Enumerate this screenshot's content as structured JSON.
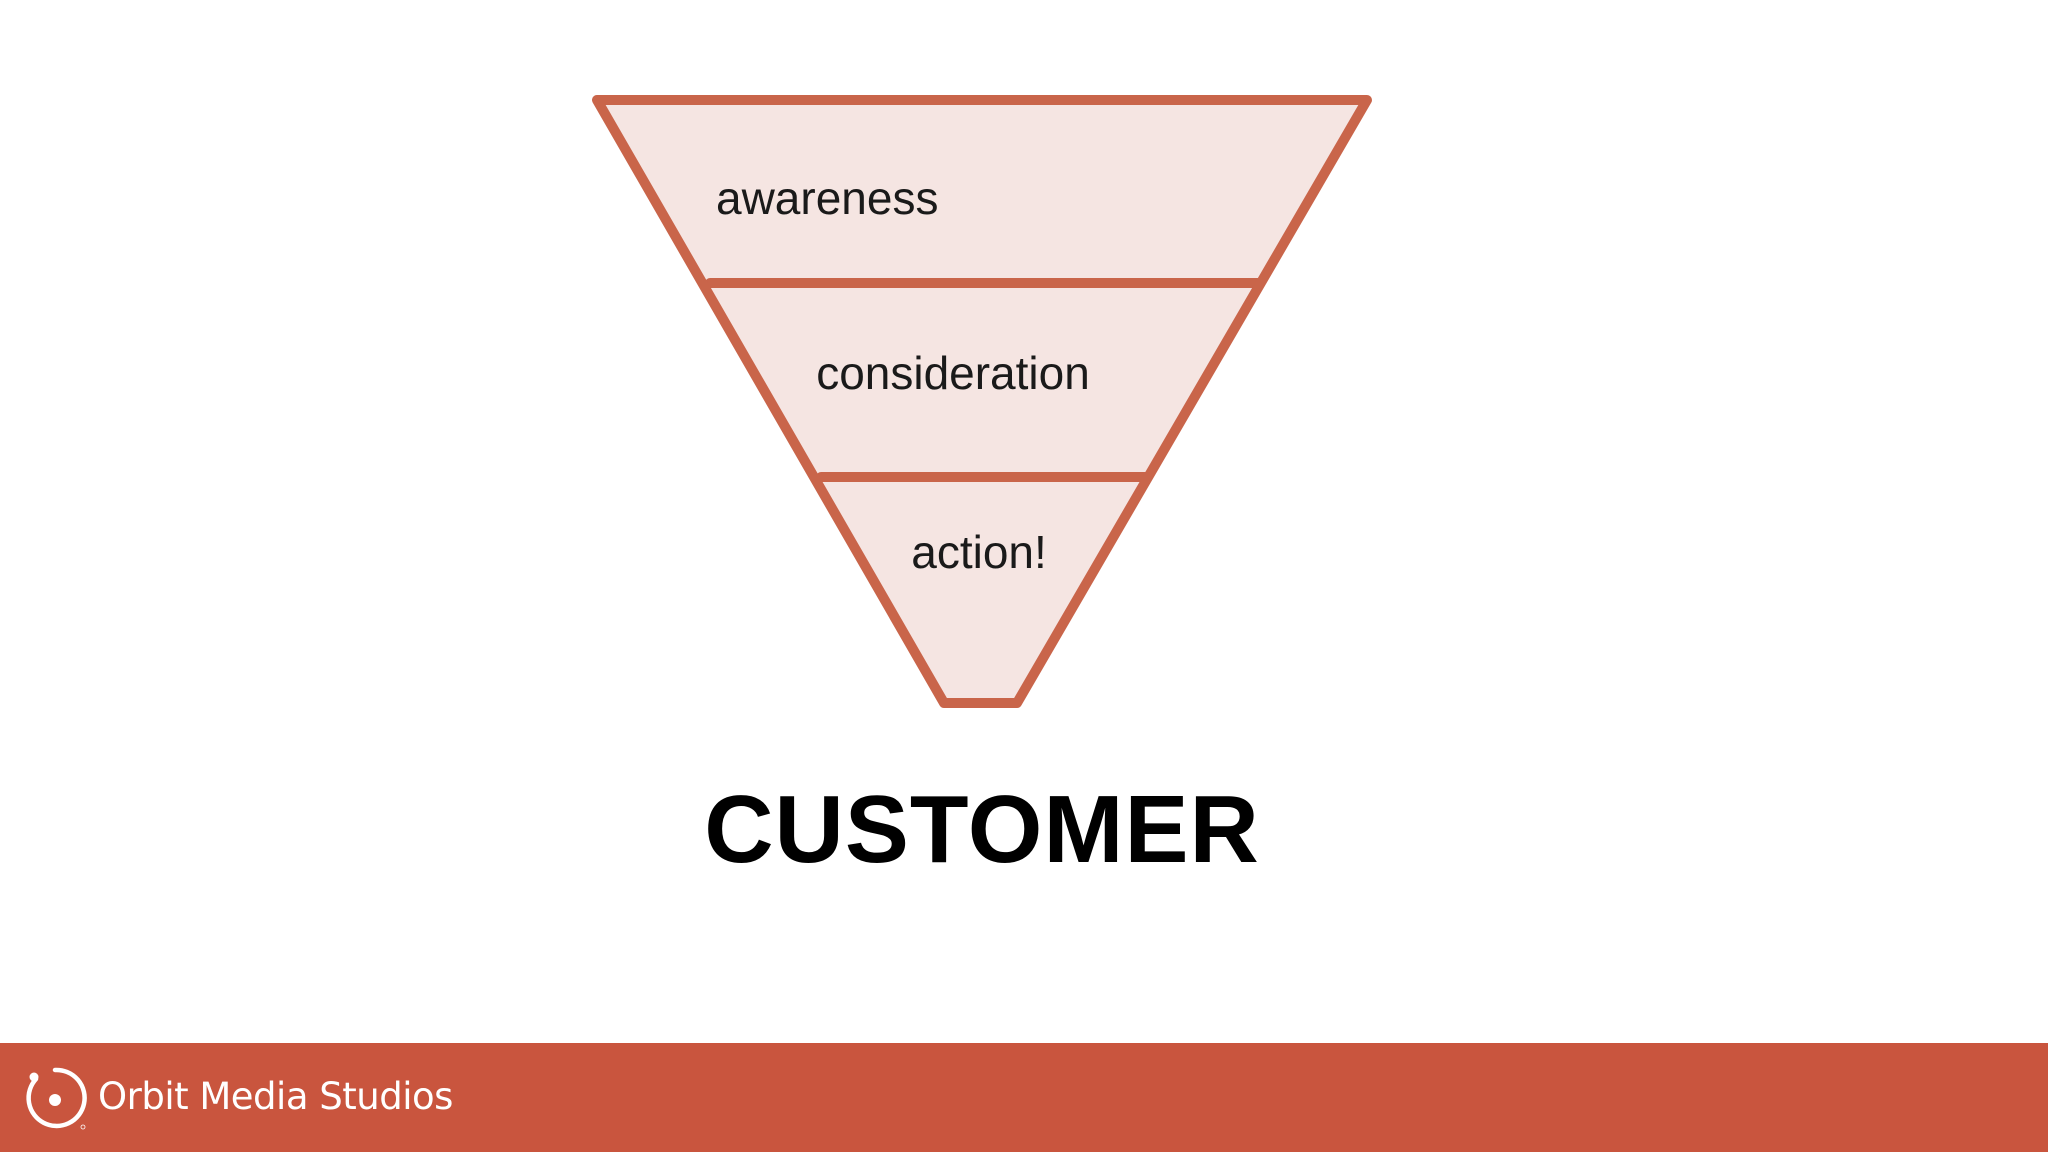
{
  "funnel": {
    "stages": [
      {
        "label": "awareness"
      },
      {
        "label": "consideration"
      },
      {
        "label": "action!"
      }
    ],
    "colors": {
      "outline": "#c9654a",
      "fill": "#f5e5e2"
    }
  },
  "caption": "CUSTOMER",
  "footer": {
    "brand": "Orbit Media Studios",
    "logo_icon": "orbit-logo-icon",
    "background": "#c9553e"
  }
}
